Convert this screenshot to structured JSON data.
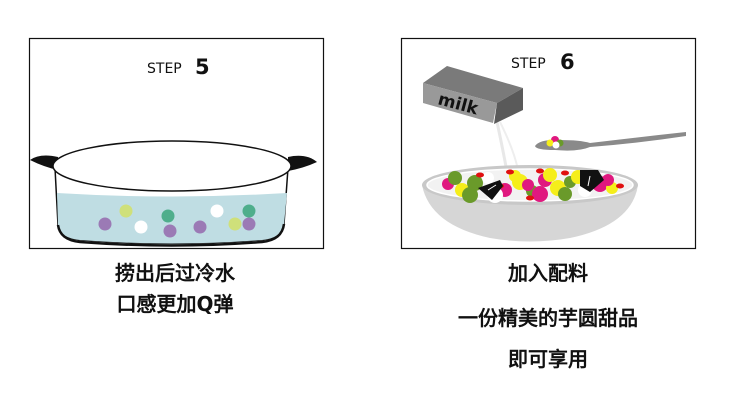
{
  "step5": {
    "label": "STEP",
    "number": "5",
    "caption_lines": [
      "捞出后过冷水",
      "口感更加Q弹"
    ]
  },
  "step6": {
    "label": "STEP",
    "number": "6",
    "box_text": "milk",
    "caption_lines": [
      "加入配料",
      "一份精美的芋圆甜品",
      "即可享用"
    ]
  },
  "colors": {
    "water": "#bfdde3",
    "purple": "#9b7ab5",
    "lime": "#cfe07a",
    "teal": "#4fae8c",
    "magenta": "#e0187f",
    "yellow": "#f5ee1a",
    "green": "#6a9a2a",
    "bowl": "#d6d6d6"
  }
}
